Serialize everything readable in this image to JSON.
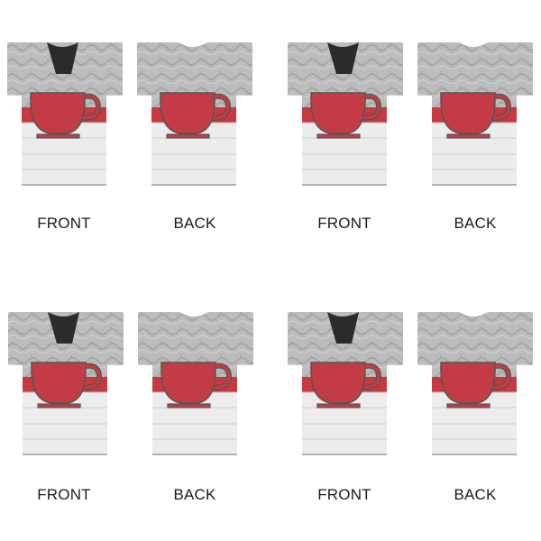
{
  "colors": {
    "knit": "#bcbcbc",
    "knit_line": "#a4a4a4",
    "body": "#ececec",
    "body_line": "#bfbfbf",
    "stripe": "#c8393f",
    "cup_fill": "#c33c45",
    "cup_outline": "#555555",
    "neck": "#2b2b2b"
  },
  "mockups": [
    {
      "views": [
        {
          "side": "front",
          "label": "FRONT"
        },
        {
          "side": "back",
          "label": "BACK"
        }
      ]
    },
    {
      "views": [
        {
          "side": "front",
          "label": "FRONT"
        },
        {
          "side": "back",
          "label": "BACK"
        }
      ]
    },
    {
      "views": [
        {
          "side": "front",
          "label": "FRONT"
        },
        {
          "side": "back",
          "label": "BACK"
        }
      ]
    },
    {
      "views": [
        {
          "side": "front",
          "label": "FRONT"
        },
        {
          "side": "back",
          "label": "BACK"
        }
      ]
    }
  ],
  "design": {
    "motif": "teacup-icon",
    "pattern": "cable-knit sweater with red stripe"
  }
}
